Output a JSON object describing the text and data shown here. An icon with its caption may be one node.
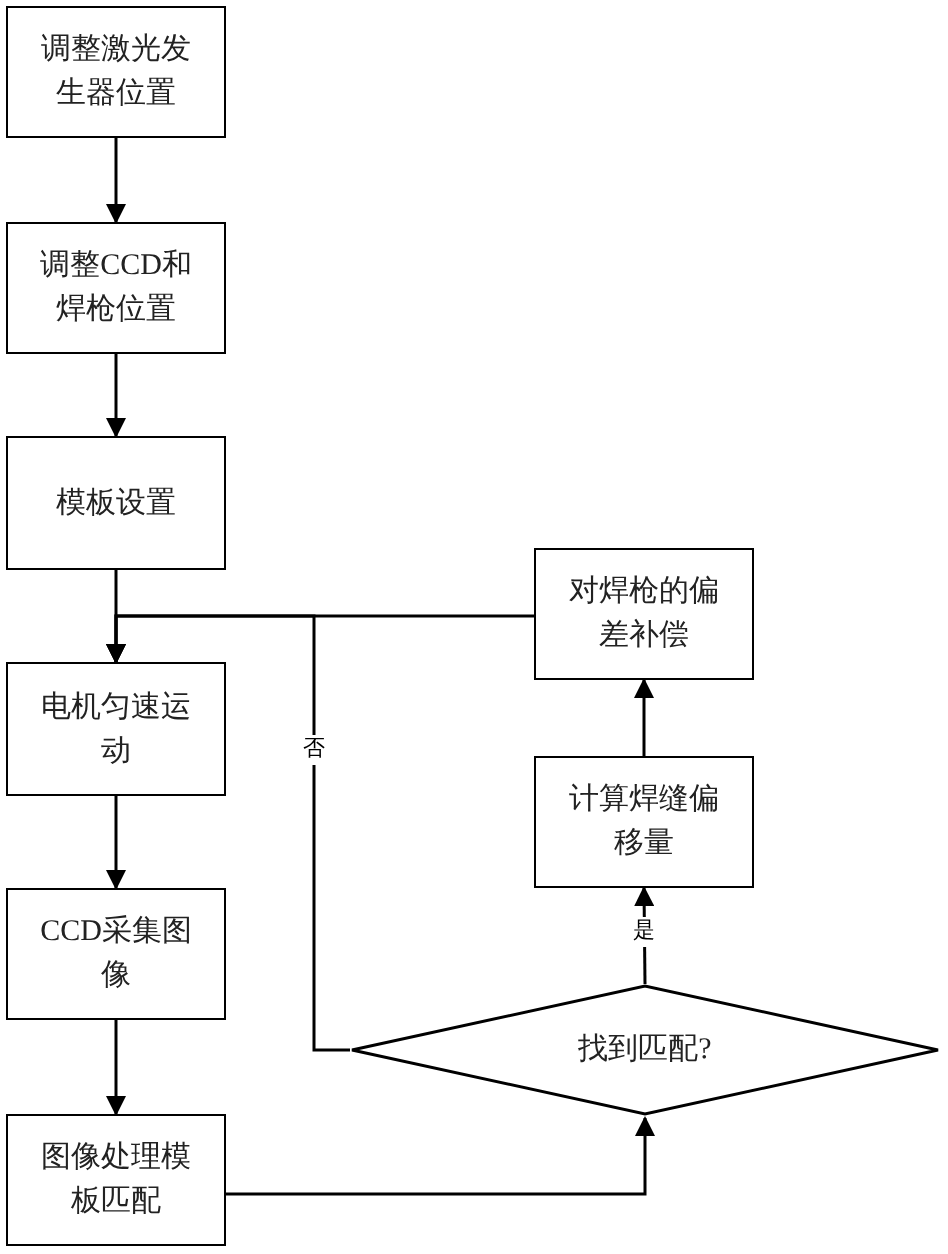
{
  "diagram": {
    "nodes": [
      {
        "text": [
          "调整激光发生器位置"
        ]
      },
      {
        "text": [
          "调整CCD和焊枪位置"
        ]
      },
      {
        "text": [
          "模板设置"
        ]
      },
      {
        "text": [
          "电机匀速运动"
        ]
      },
      {
        "text": [
          "CCD采集图像"
        ]
      },
      {
        "text": [
          "图像处理模板匹配"
        ]
      },
      {
        "text": [
          "对焊枪的偏差补偿"
        ]
      },
      {
        "text": [
          "计算焊缝偏移量"
        ]
      },
      {
        "text": [
          "找到匹配?"
        ]
      }
    ],
    "edges": [
      {
        "from": 0,
        "to": 1,
        "arrow": "to"
      },
      {
        "from": 1,
        "to": 2,
        "arrow": "to"
      },
      {
        "from": 2,
        "to": 3,
        "arrow": "to"
      },
      {
        "from": 3,
        "to": 4,
        "arrow": "to"
      },
      {
        "from": 4,
        "to": 5,
        "arrow": "to"
      },
      {
        "from": 5,
        "to": 8,
        "arrow": "to"
      },
      {
        "from": 8,
        "to": 7,
        "label": "是",
        "arrow": "to"
      },
      {
        "from": 7,
        "to": 6,
        "arrow": "to"
      },
      {
        "from": 6,
        "to": 3,
        "arrow": "to"
      },
      {
        "from": 8,
        "to": 3,
        "label": "否",
        "arrow": "to"
      }
    ]
  }
}
